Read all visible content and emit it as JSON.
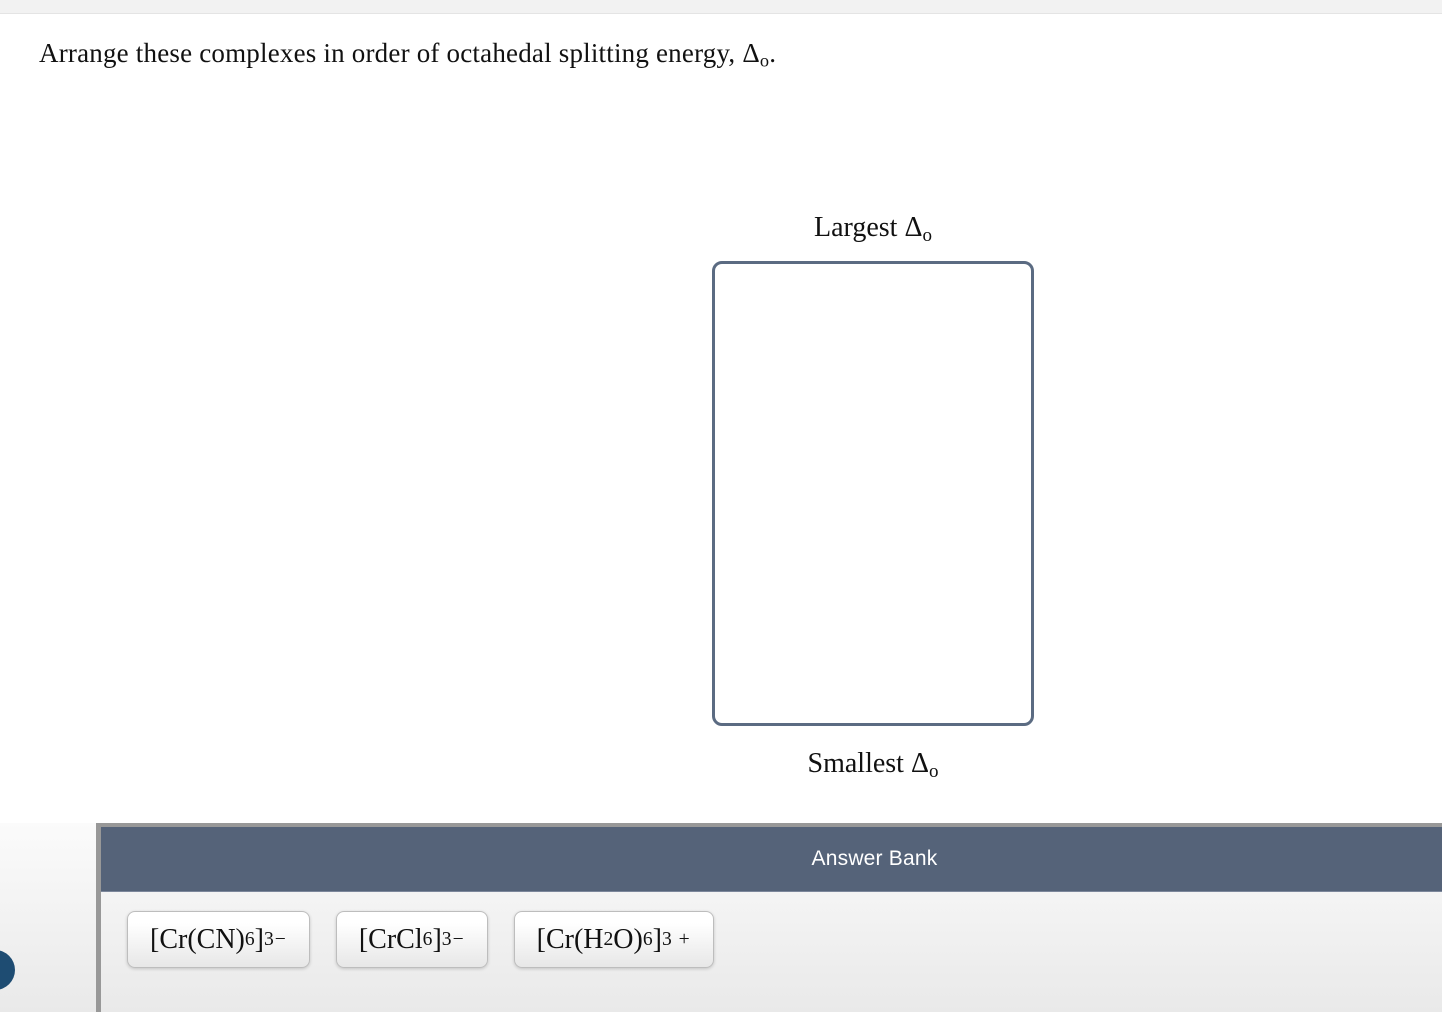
{
  "question": {
    "text": "Arrange these complexes in order of octahedal splitting energy, Δ",
    "delta_subscript": "o",
    "period": "."
  },
  "sort": {
    "top_label": "Largest Δ",
    "top_label_sub": "o",
    "bottom_label": "Smallest Δ",
    "bottom_label_sub": "o"
  },
  "answer_bank": {
    "title": "Answer Bank",
    "chips": [
      {
        "text": "[Cr(CN)6]3−",
        "parts": [
          "[Cr(CN)",
          "6",
          "]",
          "3−"
        ]
      },
      {
        "text": "[CrCl6]3−",
        "parts": [
          "[CrCl",
          "6",
          "]",
          "3−"
        ]
      },
      {
        "text": "[Cr(H2O)6]3 +",
        "parts": [
          "[Cr(H",
          "2",
          "O)",
          "6",
          "]",
          "3 +"
        ]
      }
    ]
  },
  "colors": {
    "answer_bank_header": "#556379",
    "drop_zone_border": "#5b6b82",
    "corner_badge": "#1e4c72",
    "chip_border": "#bdbdbd"
  }
}
